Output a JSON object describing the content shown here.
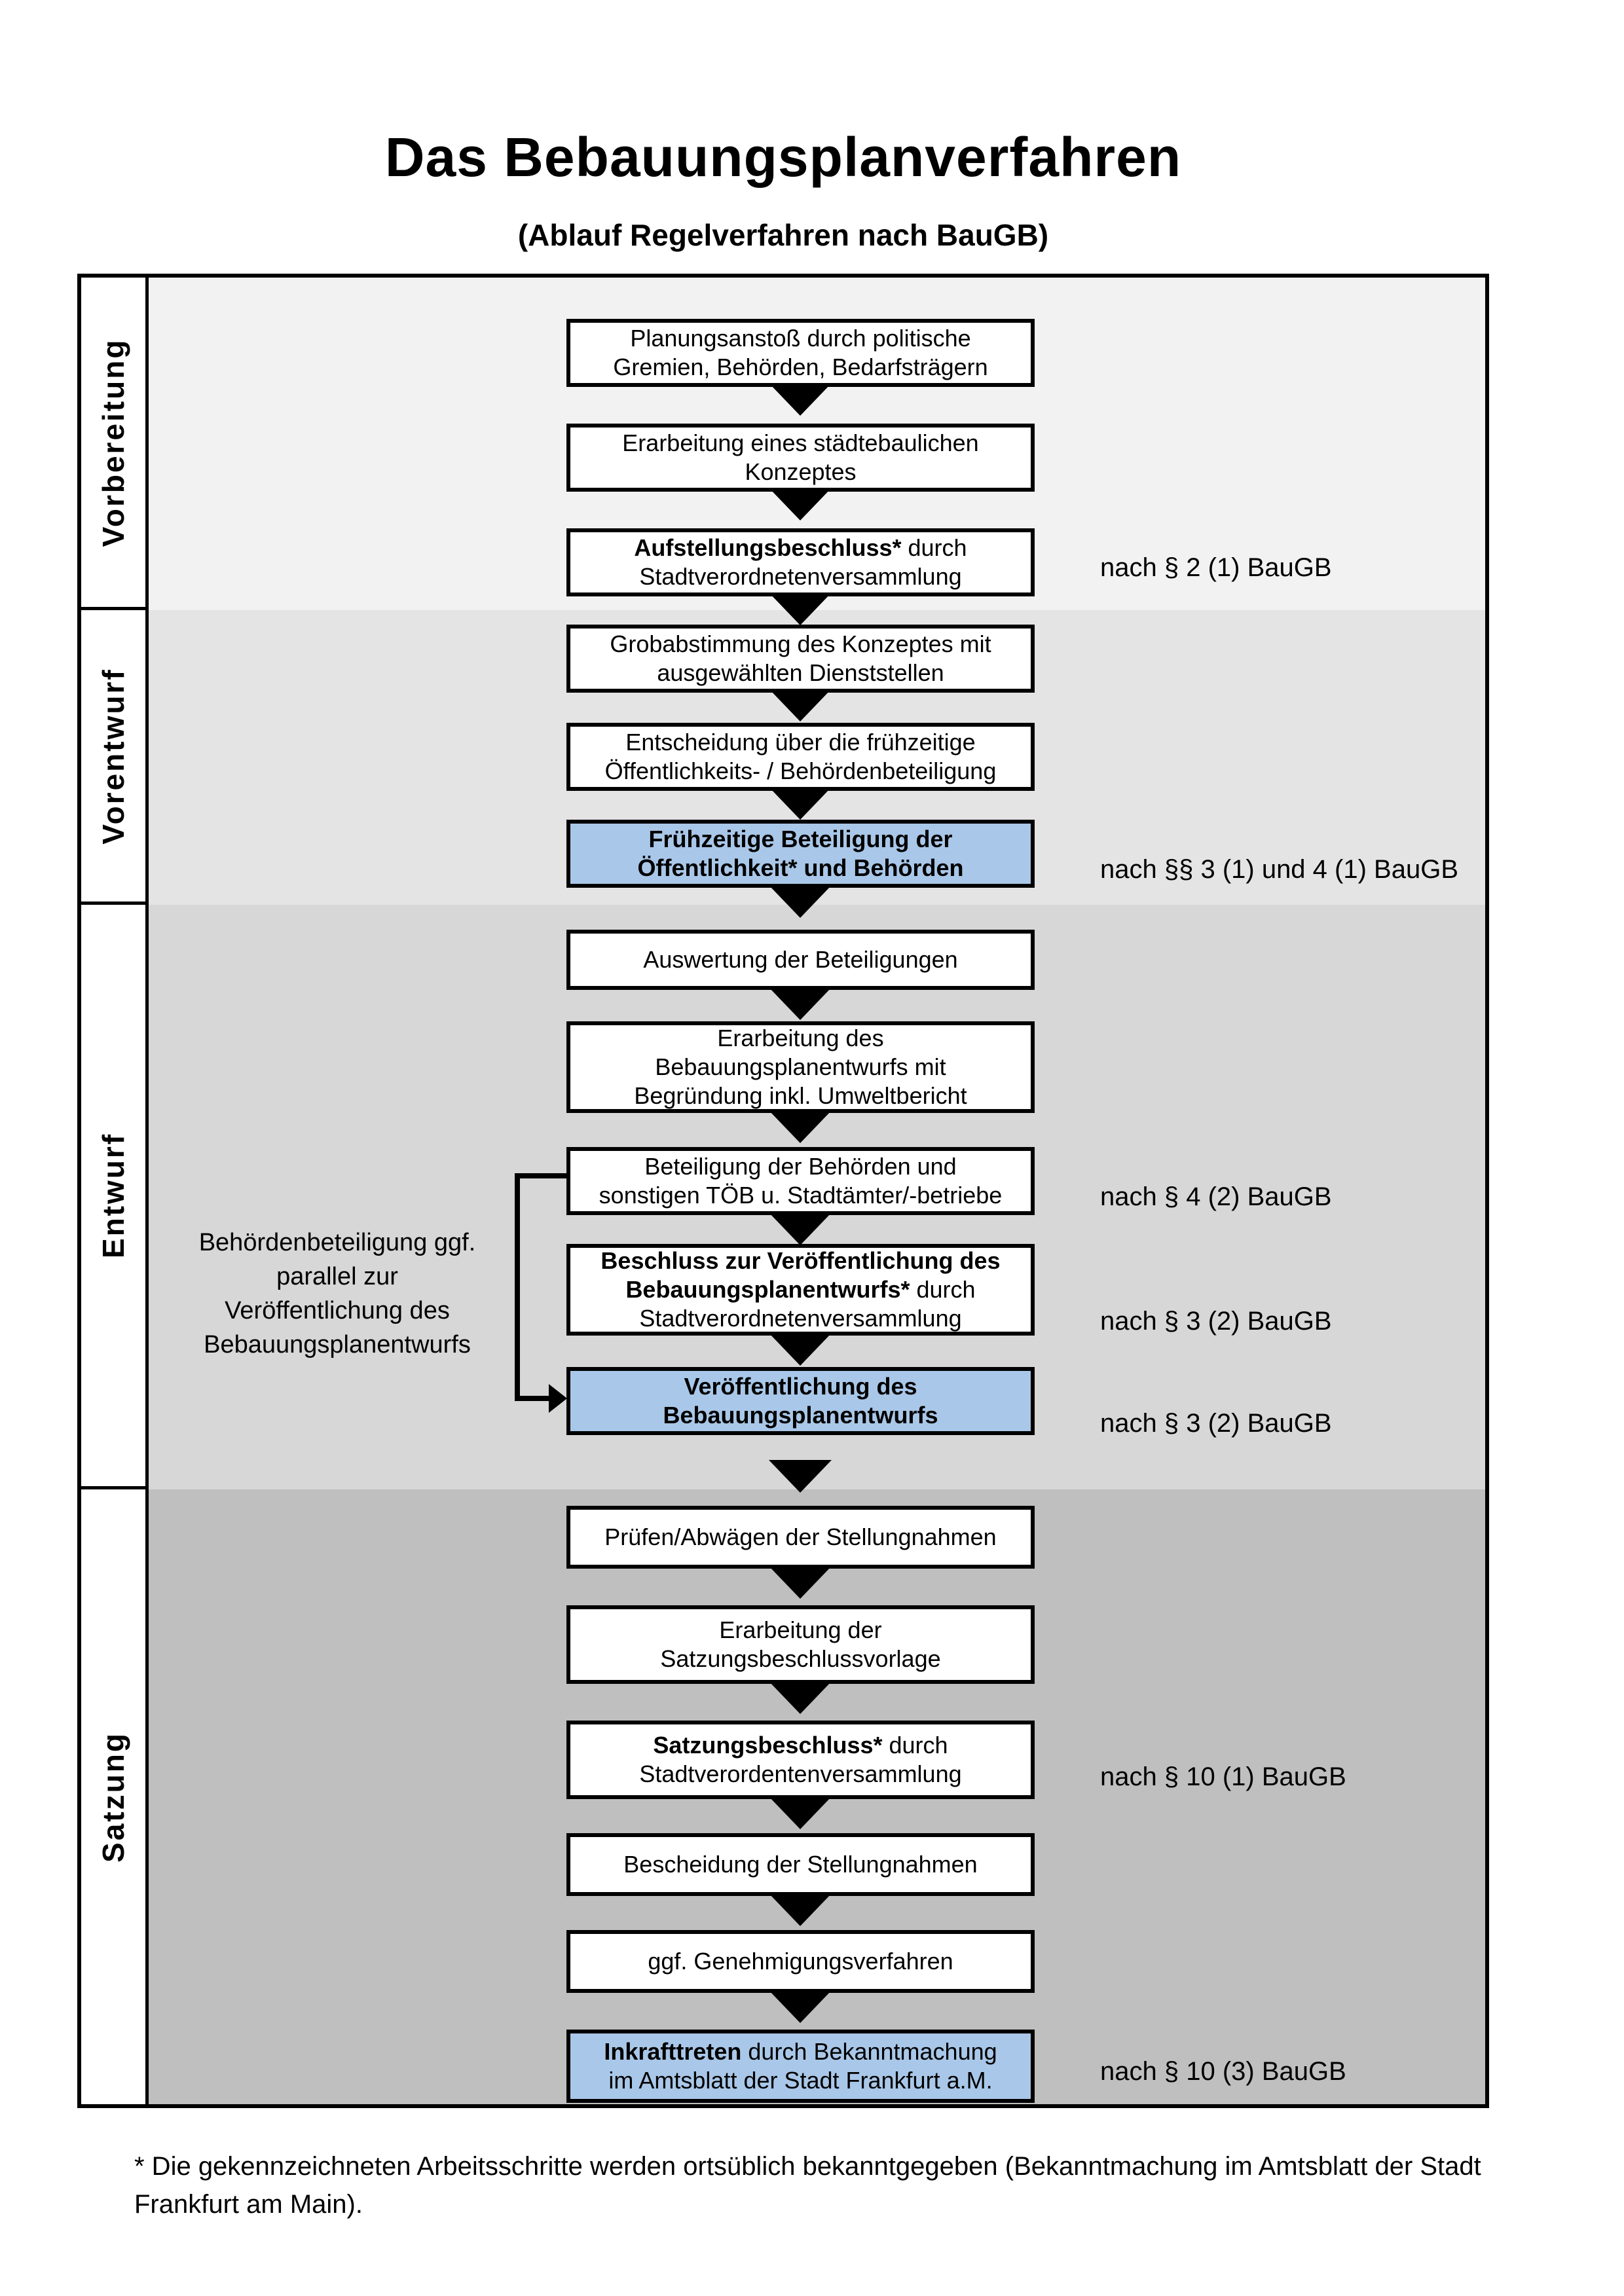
{
  "title": "Das Bebauungsplanverfahren",
  "subtitle": "(Ablauf Regelverfahren nach BauGB)",
  "colors": {
    "highlight_blue": "#a9c7e8",
    "box_border": "#000000"
  },
  "sections": [
    {
      "label": "Vorbereitung",
      "bg": "#f2f2f2"
    },
    {
      "label": "Vorentwurf",
      "bg": "#e4e4e4"
    },
    {
      "label": "Entwurf",
      "bg": "#d7d7d7"
    },
    {
      "label": "Satzung",
      "bg": "#bfbfbf"
    }
  ],
  "boxes": [
    {
      "highlighted": false,
      "lines": [
        {
          "t": "Planungsanstoß durch politische"
        },
        {
          "t": "Gremien, Behörden, Bedarfsträgern"
        }
      ]
    },
    {
      "highlighted": false,
      "lines": [
        {
          "t": "Erarbeitung eines städtebaulichen"
        },
        {
          "t": "Konzeptes"
        }
      ]
    },
    {
      "highlighted": false,
      "lines": [
        {
          "b": "Aufstellungsbeschluss*",
          "t": " durch"
        },
        {
          "t": "Stadtverordnetenversammlung"
        }
      ]
    },
    {
      "highlighted": false,
      "lines": [
        {
          "t": "Grobabstimmung des Konzeptes mit"
        },
        {
          "t": "ausgewählten Dienststellen"
        }
      ]
    },
    {
      "highlighted": false,
      "lines": [
        {
          "t": "Entscheidung über die frühzeitige"
        },
        {
          "t": "Öffentlichkeits- / Behördenbeteiligung"
        }
      ]
    },
    {
      "highlighted": true,
      "lines": [
        {
          "b": "Frühzeitige Beteiligung der"
        },
        {
          "b": "Öffentlichkeit* und Behörden"
        }
      ]
    },
    {
      "highlighted": false,
      "lines": [
        {
          "t": "Auswertung der Beteiligungen"
        }
      ]
    },
    {
      "highlighted": false,
      "lines": [
        {
          "t": "Erarbeitung des"
        },
        {
          "t": "Bebauungsplanentwurfs mit"
        },
        {
          "t": "Begründung inkl. Umweltbericht"
        }
      ]
    },
    {
      "highlighted": false,
      "lines": [
        {
          "t": "Beteiligung der Behörden und"
        },
        {
          "t": "sonstigen TÖB u. Stadtämter/-betriebe"
        }
      ]
    },
    {
      "highlighted": false,
      "lines": [
        {
          "b": "Beschluss zur Veröffentlichung des"
        },
        {
          "b": "Bebauungsplanentwurfs*",
          "t": " durch"
        },
        {
          "t": "Stadtverordnetenversammlung"
        }
      ]
    },
    {
      "highlighted": true,
      "lines": [
        {
          "b": "Veröffentlichung des"
        },
        {
          "b": "Bebauungsplanentwurfs"
        }
      ]
    },
    {
      "highlighted": false,
      "lines": [
        {
          "t": "Prüfen/Abwägen der Stellungnahmen"
        }
      ]
    },
    {
      "highlighted": false,
      "lines": [
        {
          "t": "Erarbeitung der"
        },
        {
          "t": "Satzungsbeschlussvorlage"
        }
      ]
    },
    {
      "highlighted": false,
      "lines": [
        {
          "b": "Satzungsbeschluss*",
          "t": " durch"
        },
        {
          "t": "Stadtverordentenversammlung"
        }
      ]
    },
    {
      "highlighted": false,
      "lines": [
        {
          "t": "Bescheidung der Stellungnahmen"
        }
      ]
    },
    {
      "highlighted": false,
      "lines": [
        {
          "t": "ggf. Genehmigungsverfahren"
        }
      ]
    },
    {
      "highlighted": true,
      "lines": [
        {
          "b": "Inkrafttreten",
          "t": " durch Bekanntmachung"
        },
        {
          "t": "im Amtsblatt der Stadt Frankfurt a.M."
        }
      ]
    }
  ],
  "annotations": [
    {
      "text": "nach § 2 (1) BauGB"
    },
    {
      "text": "nach §§ 3 (1) und 4 (1) BauGB"
    },
    {
      "text": "nach § 4 (2) BauGB"
    },
    {
      "text": "nach § 3 (2) BauGB"
    },
    {
      "text": "nach § 3 (2) BauGB"
    },
    {
      "text": "nach § 10 (1) BauGB"
    },
    {
      "text": "nach § 10 (3) BauGB"
    }
  ],
  "left_note": "Behördenbeteiligung ggf. parallel zur Veröffentlichung des Bebauungsplanentwurfs",
  "footnote": "* Die gekennzeichneten Arbeitsschritte werden ortsüblich bekanntgegeben (Bekanntmachung im Amtsblatt  der Stadt Frankfurt am Main)."
}
